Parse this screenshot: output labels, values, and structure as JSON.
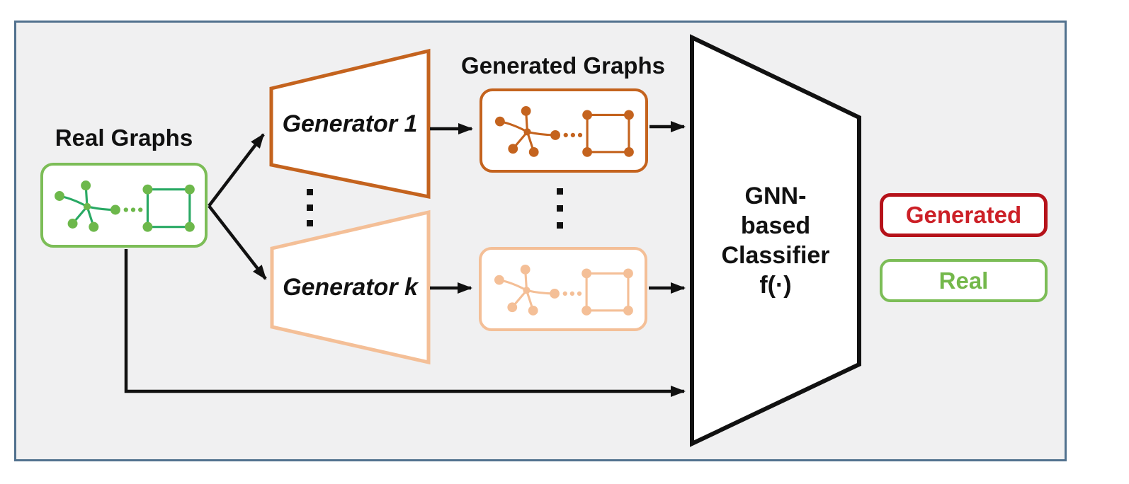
{
  "diagram": {
    "real_graphs_label": "Real Graphs",
    "generated_graphs_label": "Generated Graphs",
    "generator_1_label": "Generator 1",
    "generator_k_label": "Generator k",
    "classifier_lines": [
      "GNN-",
      "based",
      "Classifier",
      "f(·)"
    ],
    "output_generated_label": "Generated",
    "output_real_label": "Real"
  },
  "icons": {
    "real_graph_motif": "star-and-square-graph",
    "generated_graph_motif_1": "star-and-square-graph",
    "generated_graph_motif_k": "star-and-square-graph",
    "between_generators": "vertical-ellipsis",
    "between_generated_boxes": "vertical-ellipsis"
  },
  "colors": {
    "frame_border": "#51718e",
    "canvas_bg": "#f0f0f1",
    "arrow_black": "#111111",
    "text_black": "#111111",
    "green_box_border": "#7cbd57",
    "green_node": "#6db84b",
    "green_edge": "#29a964",
    "orange_dark": "#c4631e",
    "orange_light": "#f4bf97",
    "red_border": "#b5121a",
    "red_text": "#cc2027",
    "green_text": "#74b84b"
  }
}
